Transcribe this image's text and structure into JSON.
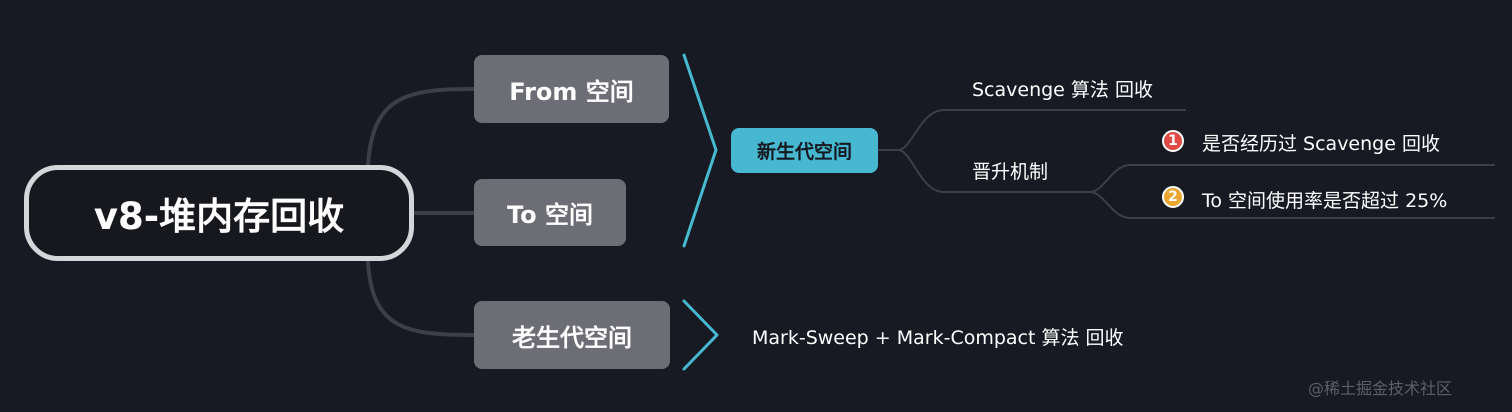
{
  "colors": {
    "background": "#171a22",
    "root_border": "#d4d6da",
    "grey_node": "#6d6e75",
    "young_node": "#47b8cf",
    "bracket": "#47b8cf",
    "connector": "#3c3f48",
    "badge_1": "#e04a45",
    "badge_2": "#eca52e"
  },
  "root": {
    "label": "v8-堆内存回收"
  },
  "nodes": {
    "from_space": "From 空间",
    "to_space": "To 空间",
    "old_generation": "老生代空间",
    "new_generation": "新生代空间"
  },
  "new_generation": {
    "scavenge": "Scavenge 算法 回收",
    "promotion": "晋升机制",
    "conditions": [
      {
        "marker": "1",
        "text": "是否经历过 Scavenge 回收"
      },
      {
        "marker": "2",
        "text": "To 空间使用率是否超过 25%"
      }
    ]
  },
  "old_generation": {
    "algorithm": "Mark-Sweep + Mark-Compact 算法 回收"
  },
  "watermark": "@稀土掘金技术社区"
}
